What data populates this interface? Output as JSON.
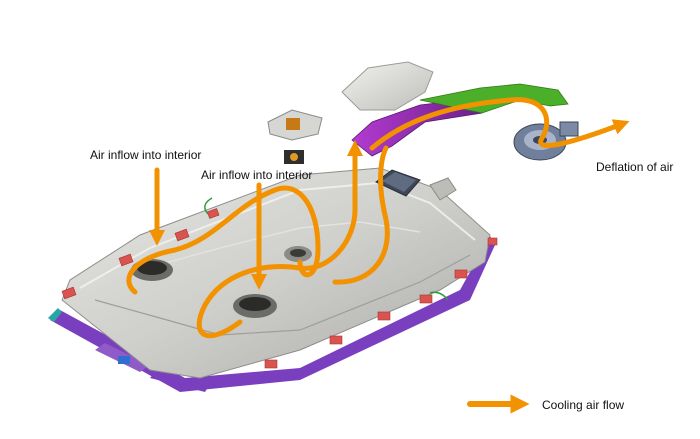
{
  "labels": {
    "air_inflow_left": "Air inflow into interior",
    "air_inflow_center": "Air inflow into interior",
    "deflation": "Deflation of air"
  },
  "legend": {
    "cooling_air_flow": "Cooling air flow"
  },
  "colors": {
    "airflow_arrow": "#f39200",
    "tray": "#c6c6c2",
    "duct": "#9b2fb0",
    "duct_green": "#4caf2a",
    "frame_purple": "#7a3fbf",
    "frame_teal": "#2aa5a5",
    "bracket_red": "#d9534f"
  }
}
